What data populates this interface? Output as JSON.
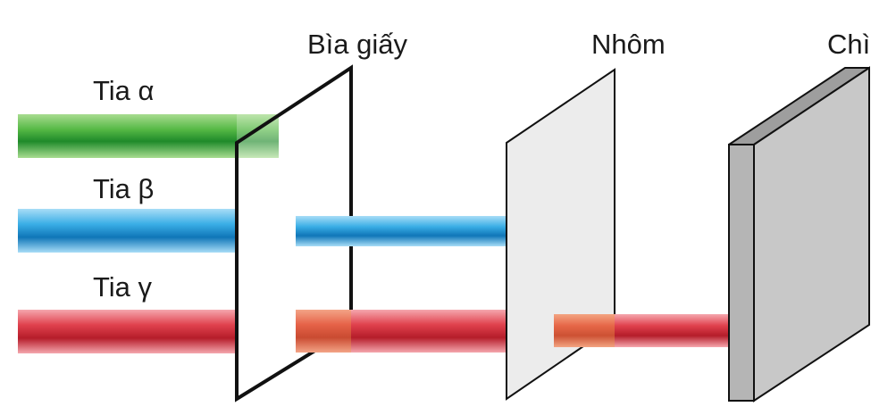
{
  "rays": [
    {
      "label": "Tia α",
      "color": "#3aa83a",
      "penetrates": "none"
    },
    {
      "label": "Tia β",
      "color": "#2f9fd9",
      "penetrates": "Bìa giấy"
    },
    {
      "label": "Tia γ",
      "color": "#d9383c",
      "penetrates": "Nhôm"
    }
  ],
  "barriers": [
    {
      "label": "Bìa giấy",
      "fill": "#ffffff"
    },
    {
      "label": "Nhôm",
      "fill": "#ebebeb"
    },
    {
      "label": "Chì",
      "fill": "#c4c4c4"
    }
  ]
}
